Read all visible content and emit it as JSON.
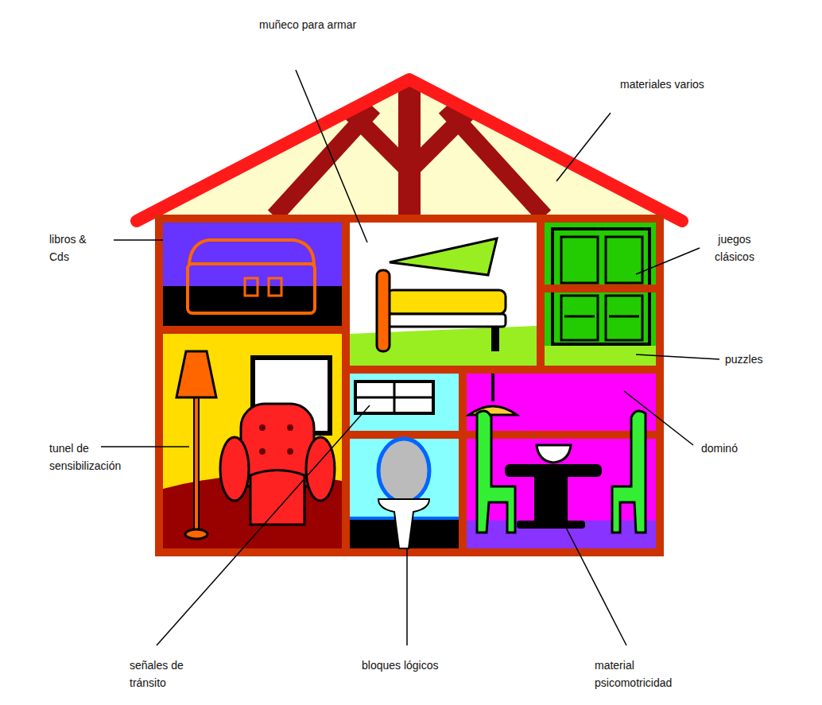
{
  "diagram": {
    "labels": [
      "muñeco para armar",
      "materiales varios",
      "libros & Cds",
      "juegos clásicos",
      "puzzles",
      "dominó",
      "tunel de sensibilización",
      "señales de tránsito",
      "bloques lógicos",
      "material psicomotricidad"
    ]
  }
}
